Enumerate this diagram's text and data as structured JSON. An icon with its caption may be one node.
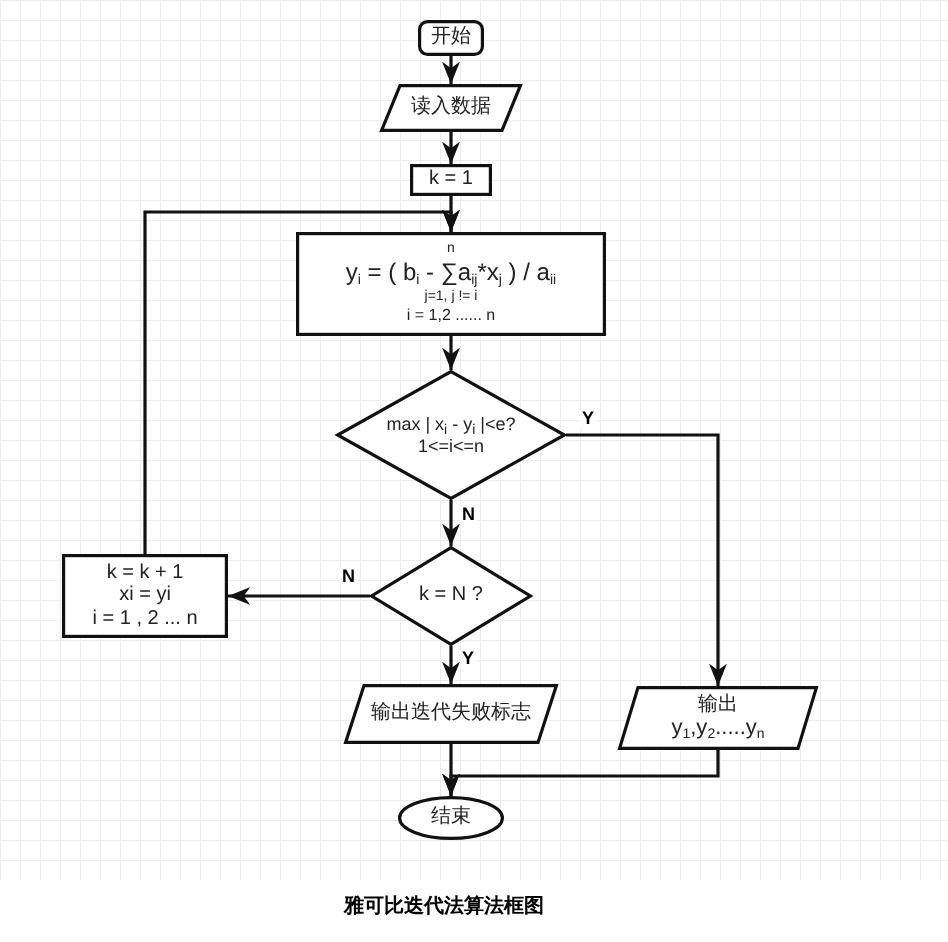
{
  "diagram": {
    "caption": "雅可比迭代法算法框图",
    "nodes": [
      {
        "text": [
          "开始"
        ]
      },
      {
        "text": [
          "读入数据"
        ]
      },
      {
        "text": [
          "k = 1"
        ]
      },
      {
        "text": [
          "n",
          "y$_{i}$ = ( b$_{i}$ - ∑a$_{ij}$*x$_{j}$ ) / a$_{ii}$",
          "j=1, j != i",
          "i = 1,2 ...... n"
        ]
      },
      {
        "text": [
          "max | x$_{i}$ - y$_{i}$ |<e?",
          "1<=i<=n"
        ]
      },
      {
        "text": [
          "k = N ?"
        ]
      },
      {
        "text": [
          "k = k + 1",
          "xi = yi",
          "i = 1 , 2 ... n"
        ]
      },
      {
        "text": [
          "输出迭代失败标志"
        ]
      },
      {
        "text": [
          "输出",
          "y$_{1}$,y$_{2}$.....y$_{n}$"
        ]
      },
      {
        "text": [
          "结束"
        ]
      }
    ],
    "edges": [
      {
        "from": 0,
        "to": 1,
        "arrow": "to"
      },
      {
        "from": 1,
        "to": 2,
        "arrow": "to"
      },
      {
        "from": 2,
        "to": 3,
        "arrow": "to"
      },
      {
        "from": 3,
        "to": 4,
        "arrow": "to"
      },
      {
        "from": 4,
        "to": 5,
        "label": "N",
        "arrow": "to"
      },
      {
        "from": 5,
        "to": 6,
        "label": "N",
        "arrow": "to"
      },
      {
        "from": 6,
        "to": 3,
        "arrow": "to"
      },
      {
        "from": 5,
        "to": 7,
        "label": "Y",
        "arrow": "to"
      },
      {
        "from": 4,
        "to": 8,
        "label": "Y",
        "arrow": "to"
      },
      {
        "from": 7,
        "to": 9,
        "arrow": "to"
      },
      {
        "from": 8,
        "to": 9,
        "arrow": "to"
      }
    ]
  }
}
